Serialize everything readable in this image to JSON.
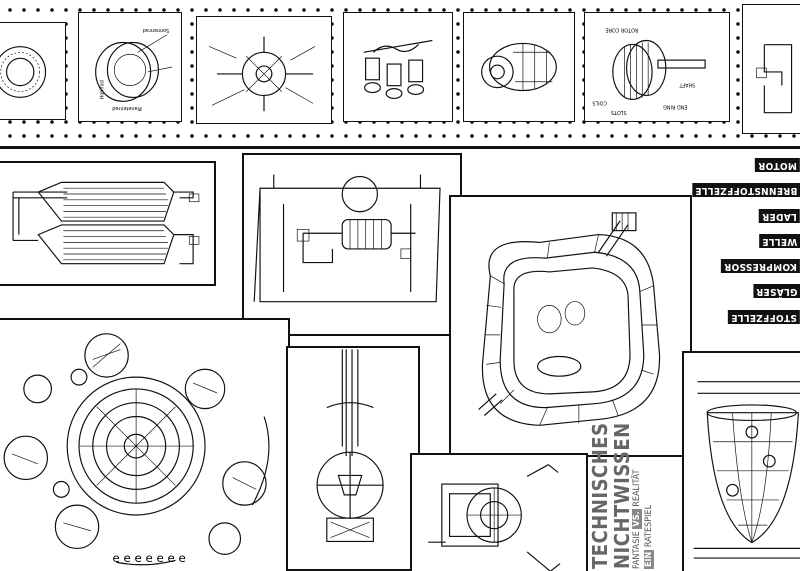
{
  "vertical_labels": [
    {
      "text": "MOTOR"
    },
    {
      "text": "BRENNSTOFFZELLE"
    },
    {
      "text": "LADER"
    },
    {
      "text": "WELLE"
    },
    {
      "text": "KOMPRESSOR"
    },
    {
      "text": "GLÄSER"
    },
    {
      "text": "STOFFZELLE"
    }
  ],
  "title": {
    "line1": "TECHNISCHES",
    "line2": "NICHTWISSEN",
    "sub1_a": "FANTASIE",
    "sub1_b": "VS.",
    "sub1_c": "REALITÄT",
    "sub2_a": "EIN",
    "sub2_b": "RATESPIEL"
  },
  "thumb_labels": {
    "planetenraeder": "Planetenrad",
    "sonnenrad": "Sonnenrad",
    "hohlrad": "Hohlrad",
    "rotor_core": "ROTOR CORE",
    "shaft": "SHAFT",
    "slots": "SLOTS",
    "coils": "COILS",
    "end_ring": "END RING"
  },
  "colors": {
    "ink": "#111111",
    "paper": "#ffffff",
    "gray": "#888888"
  }
}
